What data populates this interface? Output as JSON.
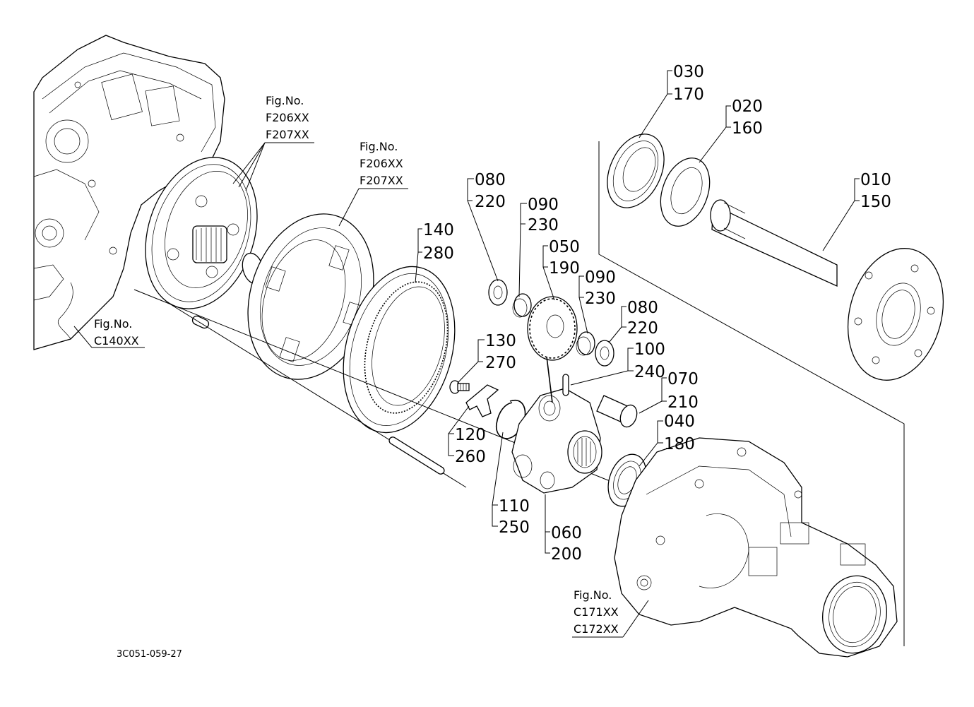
{
  "diagram": {
    "drawing_code": "3C051-059-27",
    "figure_refs": [
      {
        "id": "ref-f206-1",
        "label": "Fig.No.",
        "lines": [
          "F206XX",
          "F207XX"
        ]
      },
      {
        "id": "ref-f206-2",
        "label": "Fig.No.",
        "lines": [
          "F206XX",
          "F207XX"
        ]
      },
      {
        "id": "ref-c140",
        "label": "Fig.No.",
        "lines": [
          "C140XX"
        ]
      },
      {
        "id": "ref-c171",
        "label": "Fig.No.",
        "lines": [
          "C171XX",
          "C172XX"
        ]
      }
    ],
    "callouts": [
      {
        "part": "axle-shaft",
        "numbers": [
          "010",
          "150"
        ]
      },
      {
        "part": "oil-seal",
        "numbers": [
          "020",
          "160"
        ]
      },
      {
        "part": "ball-bearing-outer",
        "numbers": [
          "030",
          "170"
        ]
      },
      {
        "part": "ball-bearing-inner",
        "numbers": [
          "040",
          "180"
        ]
      },
      {
        "part": "planetary-gear",
        "numbers": [
          "050",
          "190"
        ]
      },
      {
        "part": "planet-carrier",
        "numbers": [
          "060",
          "200"
        ]
      },
      {
        "part": "planet-pin",
        "numbers": [
          "070",
          "210"
        ]
      },
      {
        "part": "thrust-washer-left",
        "numbers": [
          "080",
          "220"
        ]
      },
      {
        "part": "thrust-washer-right",
        "numbers": [
          "080",
          "220"
        ]
      },
      {
        "part": "needle-bearing-left",
        "numbers": [
          "090",
          "230"
        ]
      },
      {
        "part": "needle-bearing-right",
        "numbers": [
          "090",
          "230"
        ]
      },
      {
        "part": "spring-pin",
        "numbers": [
          "100",
          "240"
        ]
      },
      {
        "part": "circlip",
        "numbers": [
          "110",
          "250"
        ]
      },
      {
        "part": "lock-plate",
        "numbers": [
          "120",
          "260"
        ]
      },
      {
        "part": "bolt",
        "numbers": [
          "130",
          "270"
        ]
      },
      {
        "part": "internal-gear",
        "numbers": [
          "140",
          "280"
        ]
      }
    ]
  }
}
